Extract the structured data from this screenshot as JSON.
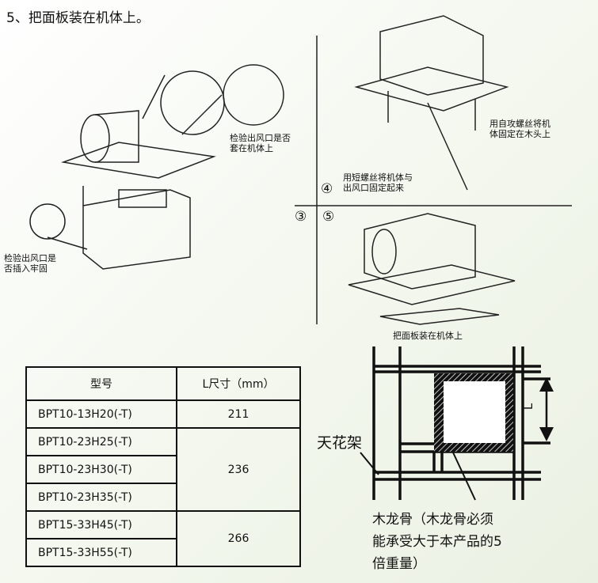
{
  "heading": "5、把面板装在机体上。",
  "steps": {
    "three": "③",
    "four": "④",
    "five": "⑤"
  },
  "notes": {
    "check_outlet_sleeve": [
      "检验出风口是否",
      "套在机体上"
    ],
    "check_outlet_insert": [
      "检验出风口是",
      "否插入牢固"
    ],
    "self_tap_screws": [
      "用自攻螺丝将机",
      "体固定在木头上"
    ],
    "short_screws": [
      "用短螺丝将机体与",
      "出风口固定起来"
    ],
    "install_panel": "把面板装在机体上"
  },
  "table": {
    "headers": [
      "型号",
      "L尺寸（mm）"
    ],
    "rows": [
      {
        "model": "BPT10-13H20(-T)",
        "L": "211"
      },
      {
        "model": "BPT10-23H25(-T)",
        "L": "236"
      },
      {
        "model": "BPT10-23H30(-T)"
      },
      {
        "model": "BPT10-23H35(-T)"
      },
      {
        "model": "BPT15-33H45(-T)",
        "L": "266"
      },
      {
        "model": "BPT15-33H55(-T)"
      }
    ]
  },
  "ceiling": {
    "frame_label": "天花架",
    "dimension_label": "L",
    "joist_caption": [
      "木龙骨（木龙骨必须",
      "能承受大于本产品的5",
      "倍重量）"
    ]
  }
}
